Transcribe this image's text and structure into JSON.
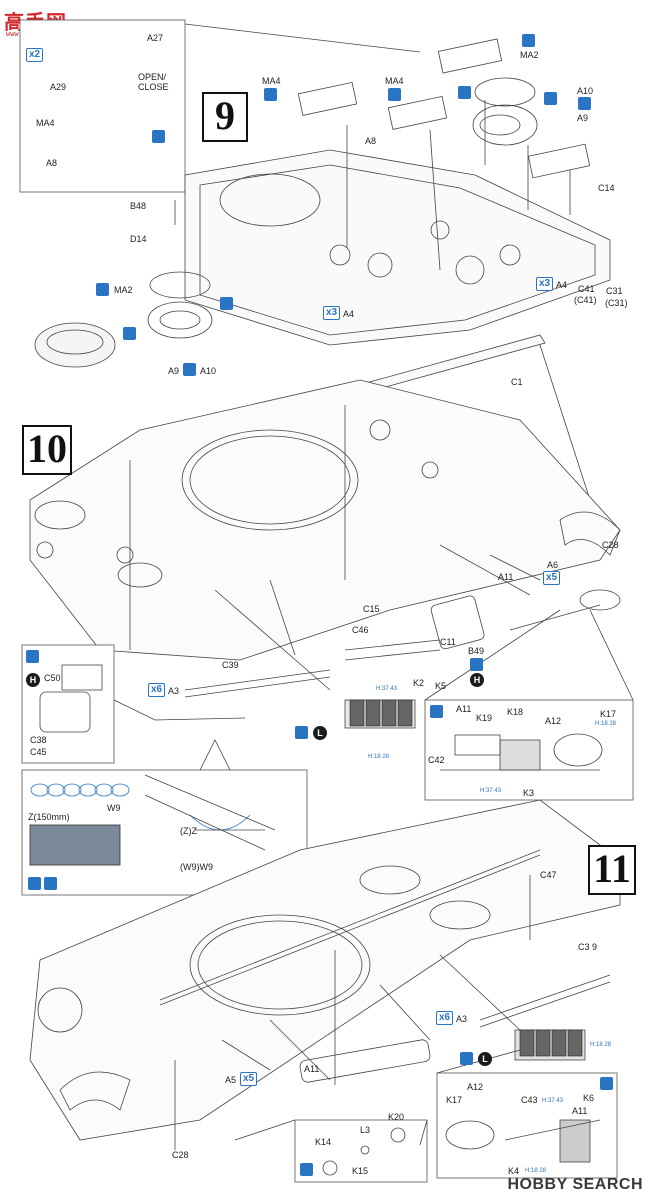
{
  "watermark": {
    "brand": "高手网",
    "url": "www.gaoshou.com"
  },
  "footer": {
    "logo": "HOBBY SEARCH"
  },
  "steps": {
    "s9": {
      "number": "9"
    },
    "s10": {
      "number": "10"
    },
    "s11": {
      "number": "11"
    }
  },
  "inset_top": {
    "badge": "x2",
    "labels": {
      "a27": "A27",
      "a29": "A29",
      "ma4": "MA4",
      "a8": "A8",
      "open_close": "OPEN/\nCLOSE"
    }
  },
  "step9_labels": {
    "ma4_left": "MA4",
    "ma4_right": "MA4",
    "ma2_top": "MA2",
    "a10_top": "A10",
    "a9_top": "A9",
    "a8": "A8",
    "c14": "C14",
    "b48": "B48",
    "d14": "D14",
    "ma2_mid": "MA2",
    "a4_left": "A4",
    "a4_right": "A4",
    "x3_left": "x3",
    "x3_right": "x3",
    "c41": "C41",
    "c41_paren": "(C41)",
    "c31": "C31",
    "c31_paren": "(C31)",
    "a9_bottom": "A9",
    "a10_bottom": "A10"
  },
  "step10_labels": {
    "c1": "C1",
    "c28": "C28",
    "a6": "A6",
    "x5": "x5",
    "a11": "A11",
    "c15": "C15",
    "c11": "C11",
    "b49": "B49",
    "c46": "C46",
    "k2": "K2",
    "k5": "K5",
    "c39": "C39",
    "x6": "x6",
    "a3": "A3",
    "h_small_1": "H:37 43",
    "h_small_2": "H:18 28",
    "inset_left": {
      "c50": "C50",
      "c38": "C38",
      "c45": "C45"
    },
    "inset_right": {
      "a11": "A11",
      "k19": "K19",
      "k18": "K18",
      "a12": "A12",
      "k17": "K17",
      "c42": "C42",
      "k3": "K3",
      "h1": "H:18 28",
      "h2": "H:37 43"
    },
    "inset_track": {
      "z150": "Z(150mm)",
      "w9": "W9",
      "zz": "(Z)Z",
      "w9w9": "(W9)W9"
    }
  },
  "step11_labels": {
    "c47": "C47",
    "c39": "C3 9",
    "x6": "x6",
    "a3": "A3",
    "a5": "A5",
    "x5": "x5",
    "a11": "A11",
    "c28": "C28",
    "h_small": "H:18 28",
    "inset_right": {
      "a12": "A12",
      "k17": "K17",
      "c43": "C43",
      "h1": "H:37 43",
      "k6": "K6",
      "a11": "A11",
      "k4": "K4",
      "h2": "H:18 28"
    },
    "inset_mid": {
      "k14": "K14",
      "l3": "L3",
      "k20": "K20",
      "k15": "K15"
    }
  },
  "markers": {
    "h": "H",
    "l": "L"
  }
}
